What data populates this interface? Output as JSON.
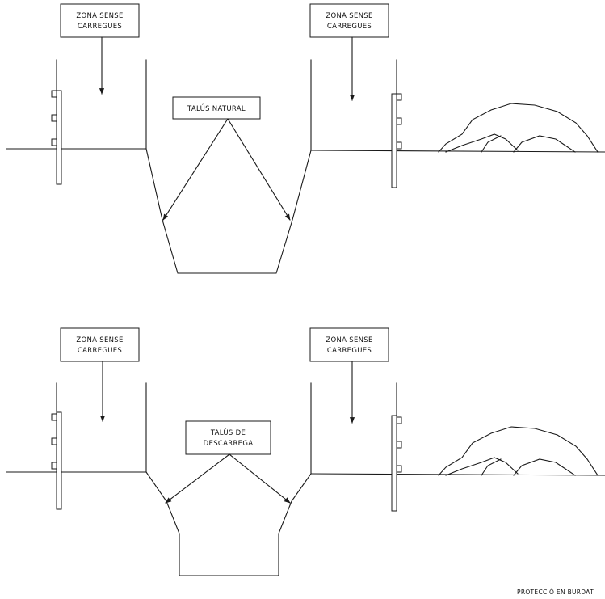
{
  "top_section": {
    "left_label": [
      "ZONA SENSE",
      "CARREGUES"
    ],
    "right_label": [
      "ZONA SENSE",
      "CARREGUES"
    ],
    "slope_label": [
      "TALÚS NATURAL"
    ]
  },
  "bottom_section": {
    "left_label": [
      "ZONA SENSE",
      "CARREGUES"
    ],
    "right_label": [
      "ZONA SENSE",
      "CARREGUES"
    ],
    "slope_label": [
      "TALÚS DE",
      "DESCARREGA"
    ]
  },
  "footer": {
    "caption": "PROTECCIÓ EN BURDAT"
  },
  "colors": {
    "line": "#1a1a1a",
    "background": "#ffffff"
  }
}
